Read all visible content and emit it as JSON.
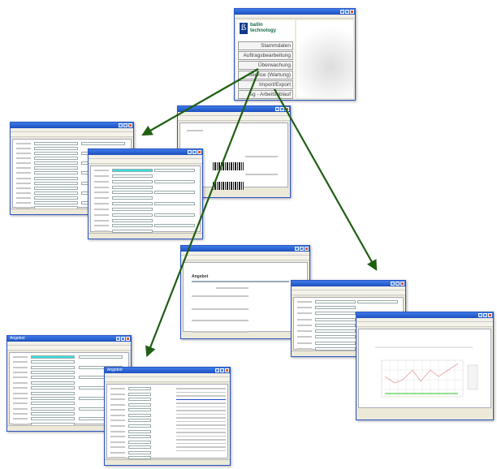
{
  "main_window": {
    "brand_line1": "ballin",
    "brand_line2": "technology",
    "menu_buttons": [
      "Stammdaten",
      "Auftragsbearbeitung",
      "Überwachung",
      "Service (Wartung)",
      "Import/Export",
      "isg - Arbeitsablauf"
    ]
  },
  "report_offer": {
    "heading": "Angebot"
  },
  "offer_window_back": {
    "title": "Angebot"
  },
  "offer_window_front": {
    "title": "Angebot"
  },
  "colors": {
    "arrow": "#1f5f12",
    "titlebar": "#2a5fd6",
    "highlight": "#33e0e0"
  }
}
